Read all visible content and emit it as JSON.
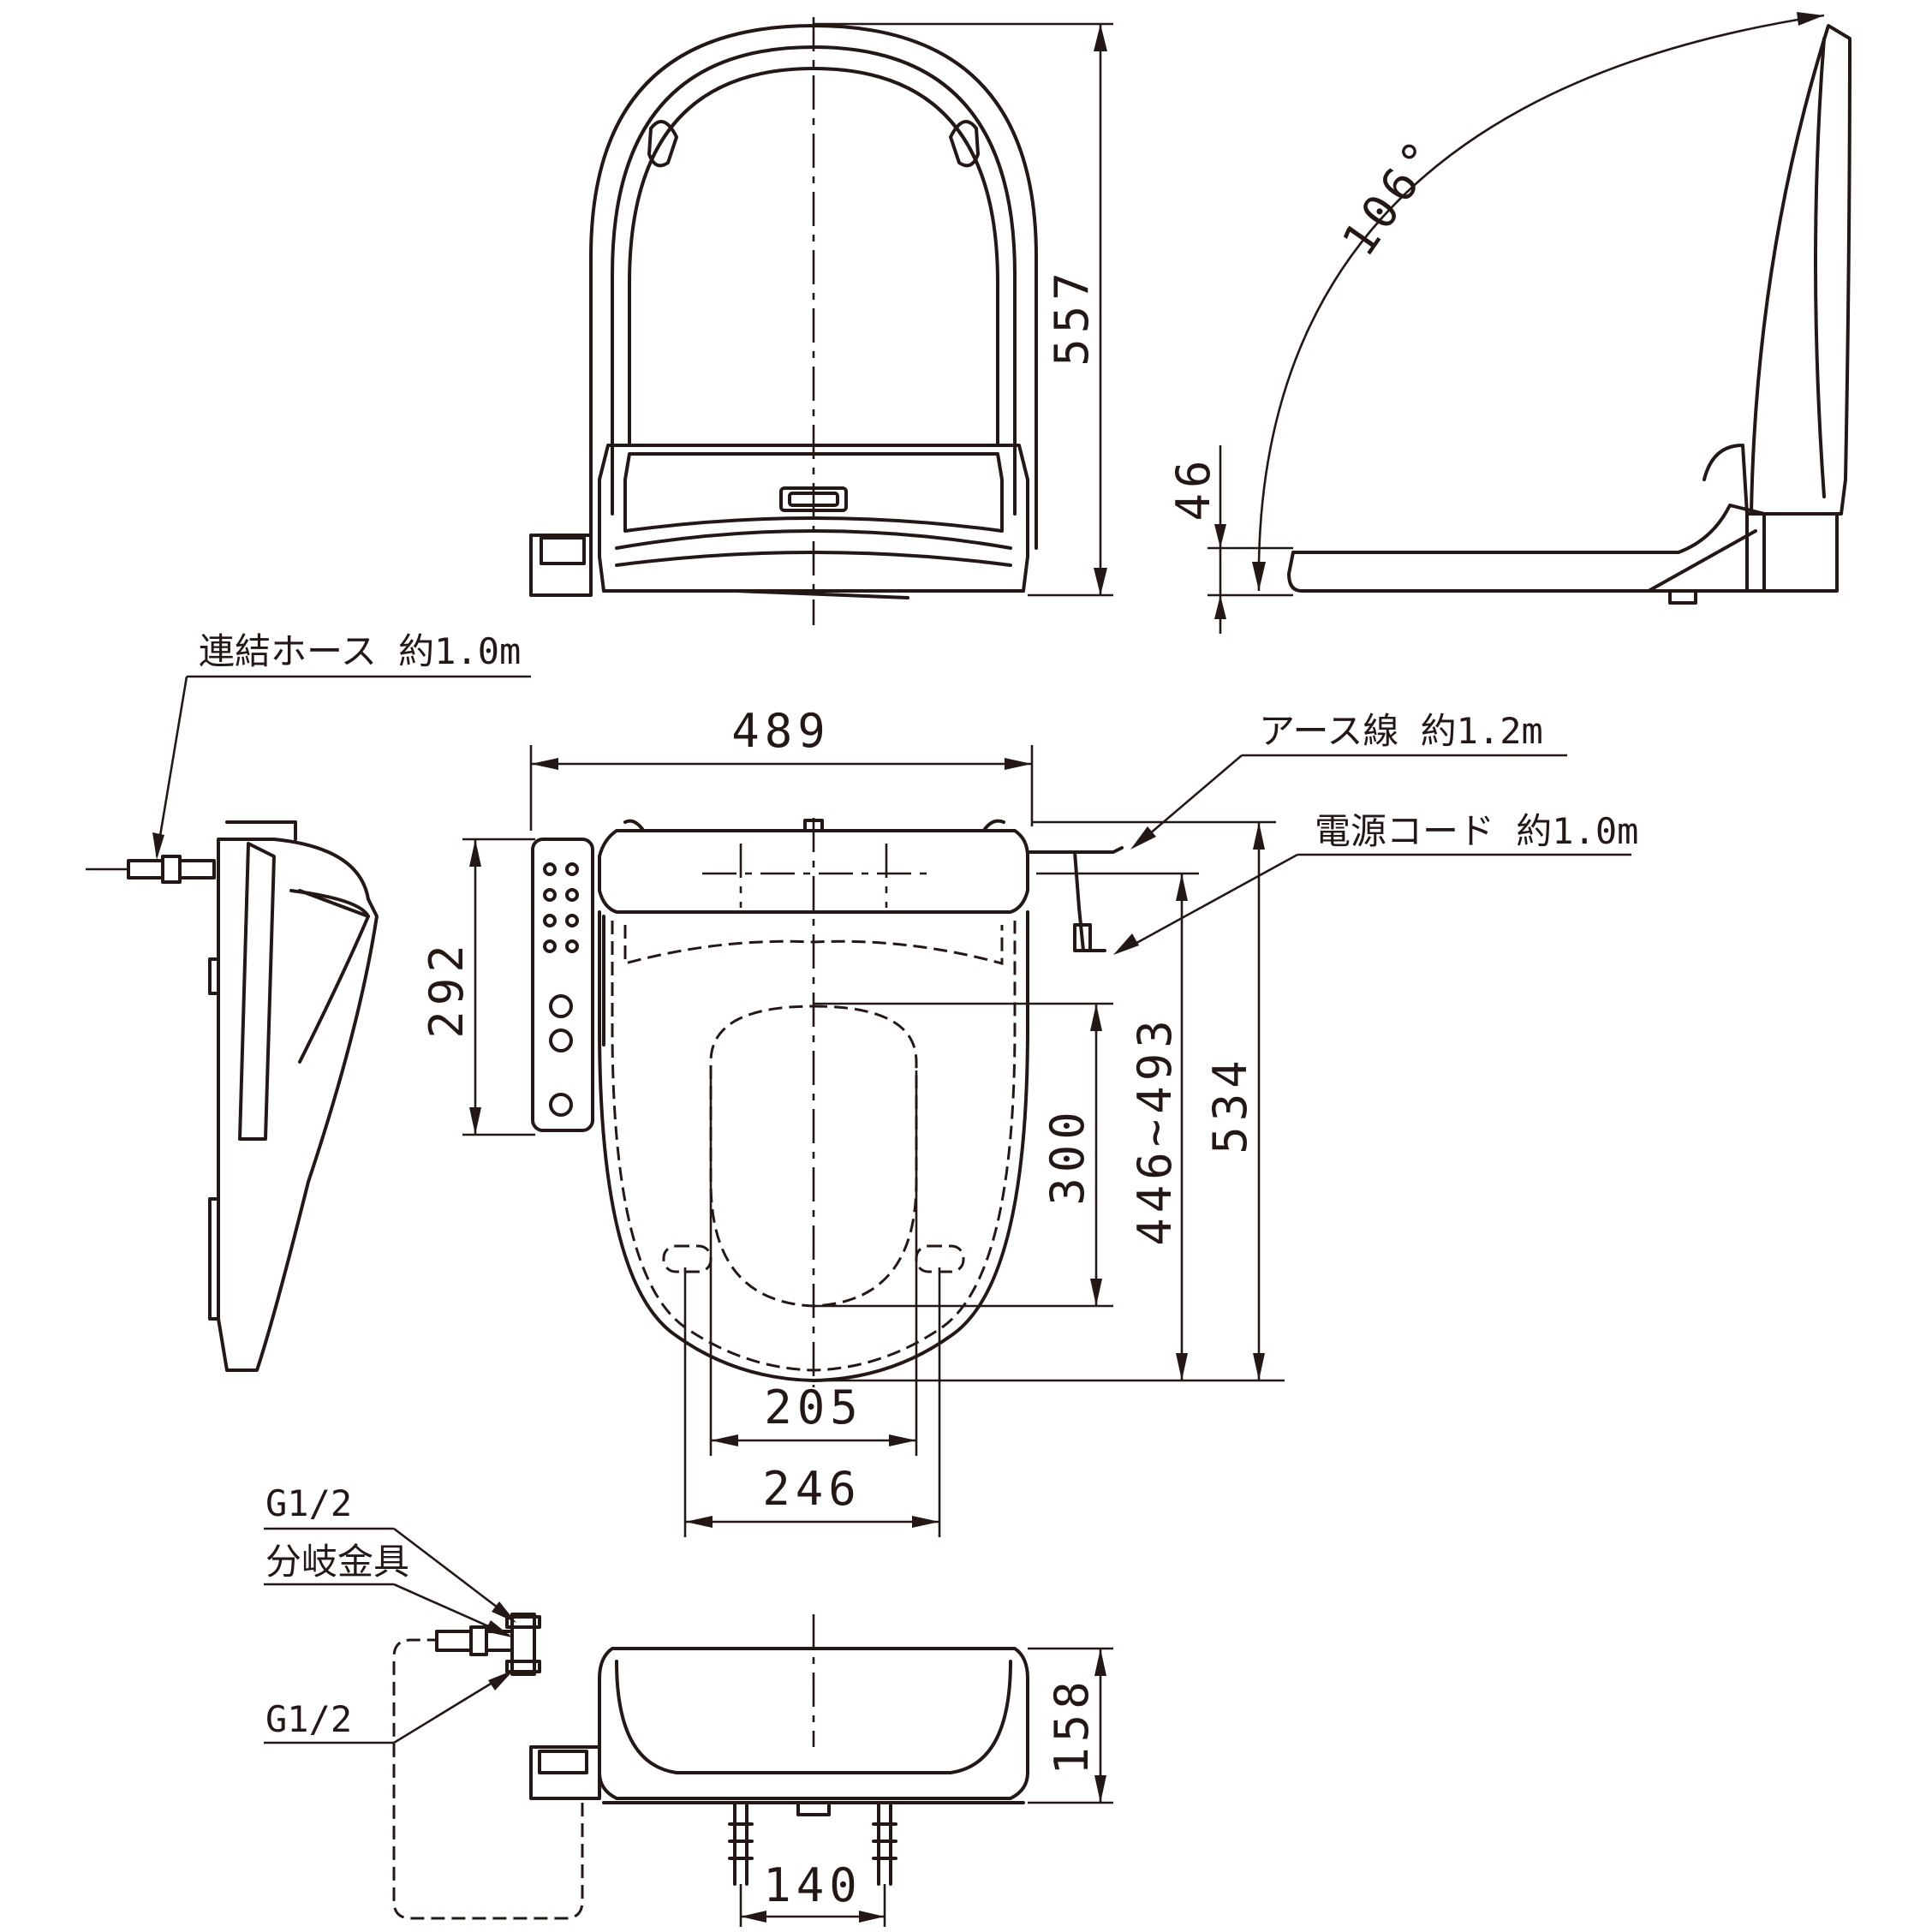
{
  "dimensions": {
    "front_height": "557",
    "side_angle": "106°",
    "side_seat_height": "46",
    "plan_width": "489",
    "panel_height": "292",
    "bowl_opening": "300",
    "mount_to_front": "446~493",
    "overall_depth": "534",
    "bolt_inner": "205",
    "bolt_outer": "246",
    "rear_height": "158",
    "nozzle_pitch": "140"
  },
  "labels": {
    "hose": "連結ホース 約1.0m",
    "earth_wire": "アース線 約1.2m",
    "power_cord": "電源コード 約1.0m",
    "thread_top": "G1/2",
    "branch_fitting": "分岐金具",
    "thread_bottom": "G1/2"
  }
}
